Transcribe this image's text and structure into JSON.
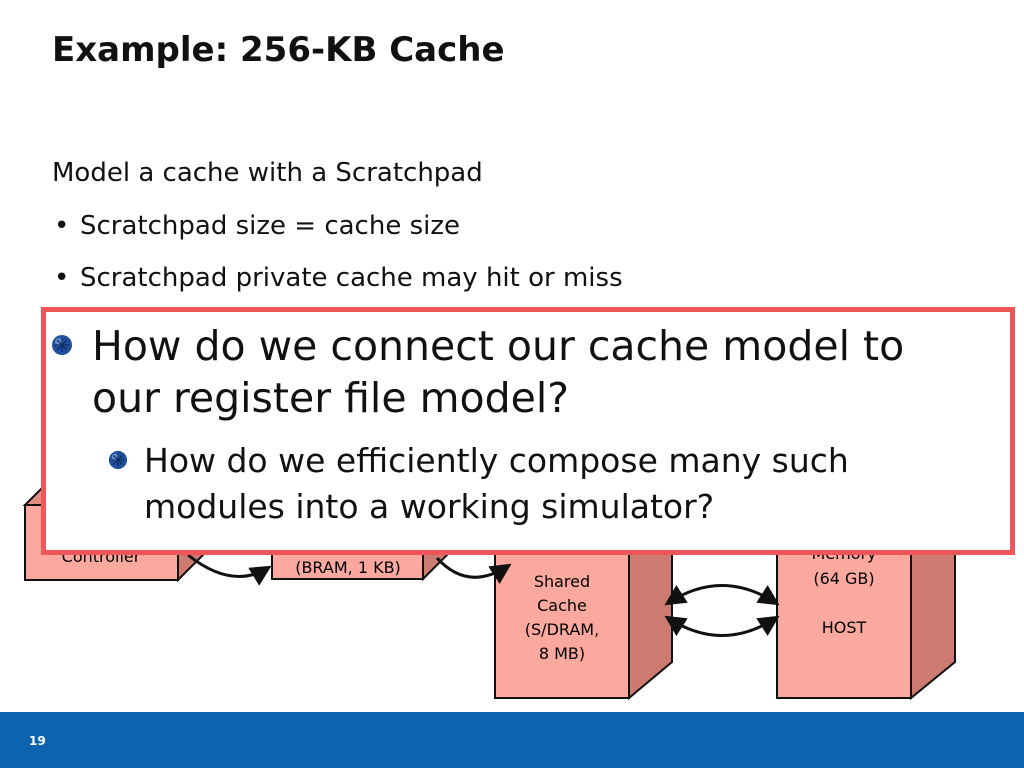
{
  "slide": {
    "title": "Example: 256-KB Cache",
    "intro": "Model a cache with a Scratchpad",
    "bullets": [
      "Scratchpad size = cache size",
      "Scratchpad private cache may hit or miss"
    ],
    "page_number": "19"
  },
  "callout": {
    "question": "How do we connect our cache model to our register file model?",
    "question_lines": [
      "How do we connect our cache model to",
      "our register file model?"
    ],
    "sub_question": "How do we efficiently compose many such modules into a working simulator?",
    "sub_question_lines": [
      "How do we efficiently compose many such",
      "modules into a working simulator?"
    ]
  },
  "diagram": {
    "blocks": [
      {
        "id": "controller",
        "lines": [
          "Controller"
        ]
      },
      {
        "id": "scratchpad",
        "lines": [
          "(BRAM, 1 KB)"
        ]
      },
      {
        "id": "shared-cache",
        "lines": [
          "Shared",
          "Cache",
          "(S/DRAM,",
          "8 MB)"
        ]
      },
      {
        "id": "memory",
        "lines": [
          "Memory",
          "(64 GB)",
          "",
          "HOST"
        ]
      }
    ],
    "colors": {
      "box_front": "#fba89f",
      "box_side": "#cd7a70",
      "box_stroke": "#111111"
    }
  },
  "colors": {
    "callout_border": "#f0555a",
    "footer": "#0d64ae",
    "bullet_icon": "#1f4f9c"
  }
}
